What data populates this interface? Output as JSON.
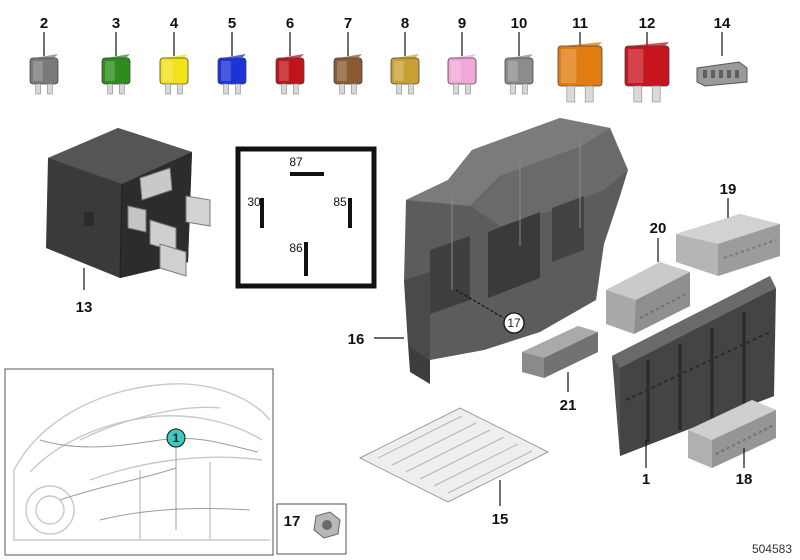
{
  "fuses": [
    {
      "label": "2",
      "color": "#7a7a7a",
      "kind": "mini"
    },
    {
      "label": "3",
      "color": "#2e8b1e",
      "kind": "mini"
    },
    {
      "label": "4",
      "color": "#f2e21a",
      "kind": "mini"
    },
    {
      "label": "5",
      "color": "#1b33d8",
      "kind": "mini"
    },
    {
      "label": "6",
      "color": "#c0141a",
      "kind": "mini"
    },
    {
      "label": "7",
      "color": "#8a5a33",
      "kind": "mini"
    },
    {
      "label": "8",
      "color": "#c8a032",
      "kind": "mini"
    },
    {
      "label": "9",
      "color": "#f0a8d8",
      "kind": "mini"
    },
    {
      "label": "10",
      "color": "#8c8c8c",
      "kind": "mini"
    },
    {
      "label": "11",
      "color": "#e07c10",
      "kind": "maxi"
    },
    {
      "label": "12",
      "color": "#c8141e",
      "kind": "maxi"
    },
    {
      "label": "14",
      "color": "#9a9a9a",
      "kind": "connector"
    }
  ],
  "parts": {
    "relay": "13",
    "carrier": "16",
    "carrier_ref": "17",
    "connector_19": "19",
    "connector_20": "20",
    "holder_21": "21",
    "fuse_box": "1",
    "connector_18": "18",
    "label_sheet": "15"
  },
  "relay_diagram": {
    "pins": [
      "87",
      "30",
      "85",
      "86"
    ]
  },
  "location_inset": {
    "marker": "1"
  },
  "nut_inset": {
    "label": "17"
  },
  "diagram_ref": "504583",
  "colors": {
    "marker": "#3fc8c0",
    "plastic_dark": "#4a4a4a",
    "plastic_mid": "#6e6e6e",
    "plastic_light": "#b9b9b9"
  }
}
